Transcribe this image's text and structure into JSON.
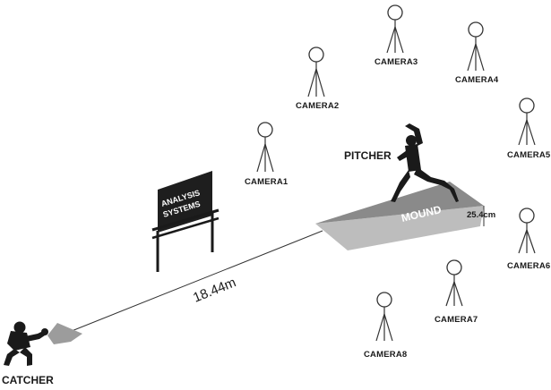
{
  "diagram": {
    "labels": {
      "catcher": "CATCHER",
      "pitcher": "PITCHER",
      "mound": "MOUND",
      "distance": "18.44m",
      "mound_height": "25.4cm",
      "board_line1": "ANALYSIS",
      "board_line2": "SYSTEMS"
    },
    "cameras": [
      {
        "label": "CAMERA1"
      },
      {
        "label": "CAMERA2"
      },
      {
        "label": "CAMERA3"
      },
      {
        "label": "CAMERA4"
      },
      {
        "label": "CAMERA5"
      },
      {
        "label": "CAMERA6"
      },
      {
        "label": "CAMERA7"
      },
      {
        "label": "CAMERA8"
      }
    ],
    "colors": {
      "mound_top": "#8a8a8a",
      "mound_side": "#bdbdbd",
      "plate": "#9c9c9c",
      "ink": "#1a1a1a",
      "board": "#1e1e1e"
    }
  }
}
